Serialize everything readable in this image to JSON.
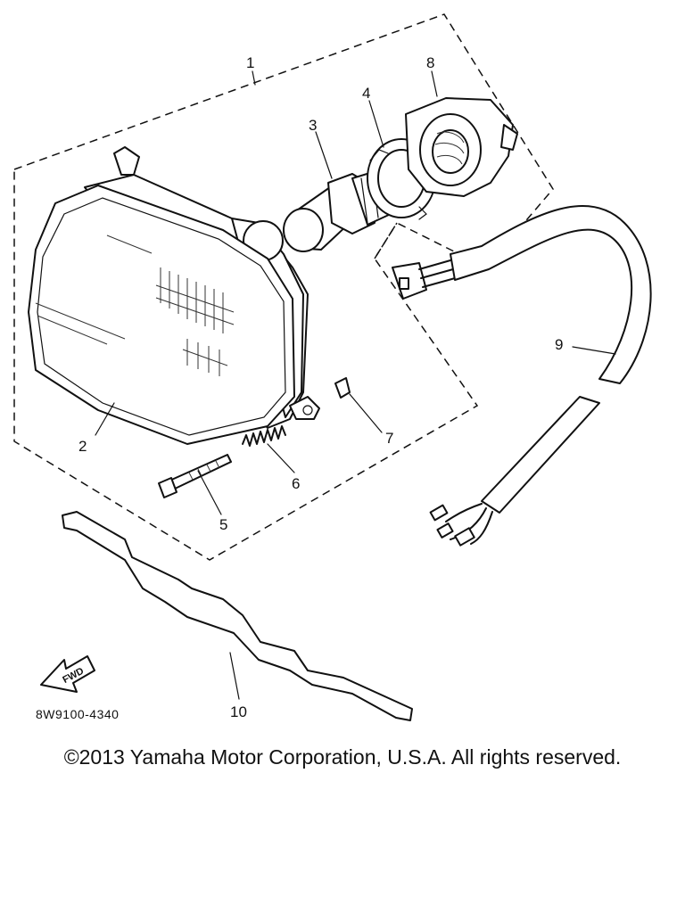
{
  "diagram": {
    "drawing_code": "8W9100-4340",
    "fwd_label": "FWD",
    "callouts": {
      "c1": "1",
      "c2": "2",
      "c3": "3",
      "c4": "4",
      "c5": "5",
      "c6": "6",
      "c7": "7",
      "c8": "8",
      "c9": "9",
      "c10": "10"
    }
  },
  "footer": {
    "copyright": "©2013 Yamaha Motor Corporation, U.S.A. All rights reserved."
  }
}
